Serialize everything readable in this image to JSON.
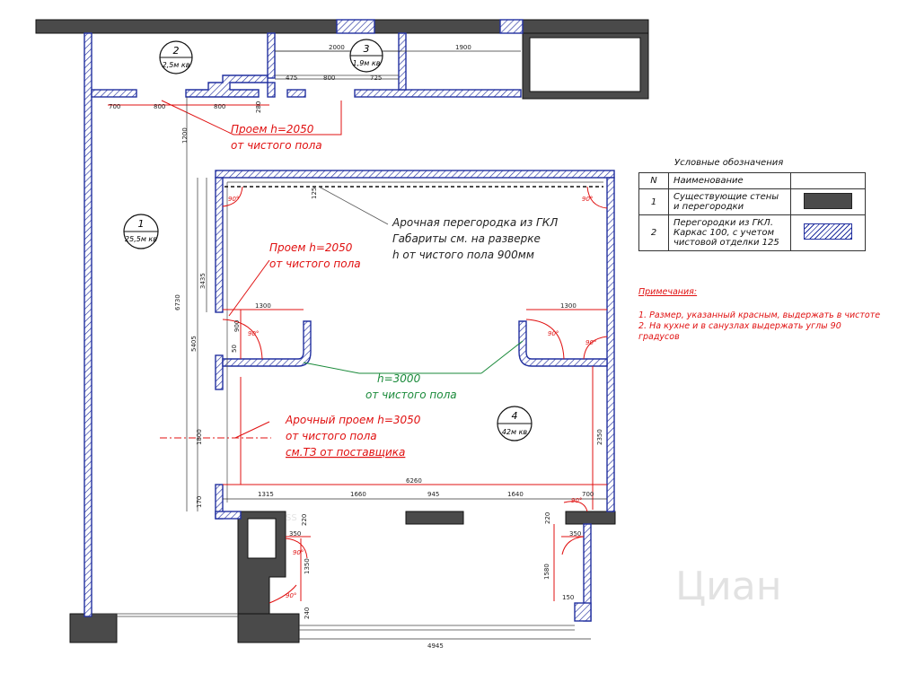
{
  "rooms": [
    {
      "number": "1",
      "area": "25,5м кв"
    },
    {
      "number": "2",
      "area": "2,5м кв"
    },
    {
      "number": "3",
      "area": "1,9м кв"
    },
    {
      "number": "4",
      "area": "42м кв"
    }
  ],
  "annotations": {
    "opening_top": [
      "Проем h=2050",
      "от чистого пола"
    ],
    "opening_left": [
      "Проем h=2050",
      "от чистого пола"
    ],
    "arch_partition": [
      "Арочная перегородка из ГКЛ",
      "Габариты см. на разверке",
      "h от чистого пола 900мм"
    ],
    "partition_height": [
      "h=3000",
      "от чистого пола"
    ],
    "arch_opening": [
      "Арочный проем h=3050",
      "от чистого пола",
      "см.ТЗ от поставщика"
    ]
  },
  "dimensions": {
    "top_left": [
      "700",
      "800",
      "800",
      "280",
      "1200"
    ],
    "room3": [
      "2000",
      "1900",
      "475",
      "800",
      "725"
    ],
    "vertical": [
      "6730",
      "3435",
      "5405",
      "900",
      "50",
      "1800",
      "170",
      "125"
    ],
    "inner": [
      "1300",
      "1300",
      "2350"
    ],
    "bottom_row": [
      "6260",
      "1315",
      "1660",
      "945",
      "1640",
      "700"
    ],
    "lower": [
      "220",
      "350",
      "1350",
      "240",
      "220",
      "350",
      "1580",
      "150",
      "4945"
    ],
    "angles": [
      "90°",
      "90°",
      "90°",
      "90°",
      "90°",
      "90°",
      "90°",
      "90°"
    ]
  },
  "legend": {
    "title": "Условные обозначения",
    "head_n": "N",
    "head_name": "Наименование",
    "rows": [
      {
        "n": "1",
        "name": "Существующие стены и перегородки",
        "swatch": "dark"
      },
      {
        "n": "2",
        "name": "Перегородки из ГКЛ. Каркас 100, с учетом чистовой отделки 125",
        "swatch": "hatch"
      }
    ]
  },
  "notes": {
    "title": "Примечания:",
    "items": [
      "1.  Размер, указанный красным, выдержать в чистоте",
      "2. На кухне и в санузлах выдержать углы 90 градусов"
    ]
  },
  "watermark": "Циан",
  "watermark_small": "SS",
  "colors": {
    "wall_dark": "#4a4a4a",
    "hatch_blue": "#2230a0",
    "red": "#e01010",
    "green": "#1a8a3a"
  }
}
